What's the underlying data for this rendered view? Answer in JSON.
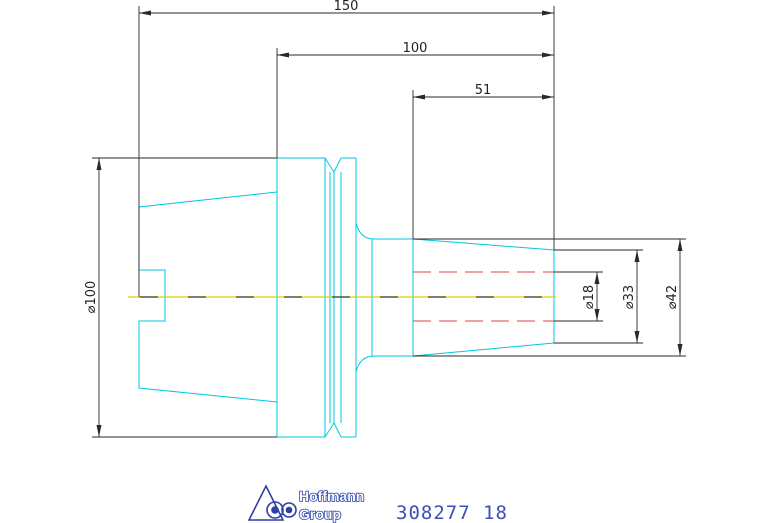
{
  "dimensions": {
    "length_overall": "150",
    "length_mid": "100",
    "length_shank": "51",
    "dia_flange": "⌀100",
    "dia_bore": "⌀18",
    "dia_nose_inner": "⌀33",
    "dia_nose_outer": "⌀42"
  },
  "logo": {
    "line1": "Hoffmann",
    "line2": "Group"
  },
  "part_number": "308277 18",
  "colors": {
    "outline": "#00c8e0",
    "dimension": "#2a2a2a",
    "centerline": "#e0d000",
    "hidden": "#e04040",
    "brand": "#2b3fa8"
  }
}
